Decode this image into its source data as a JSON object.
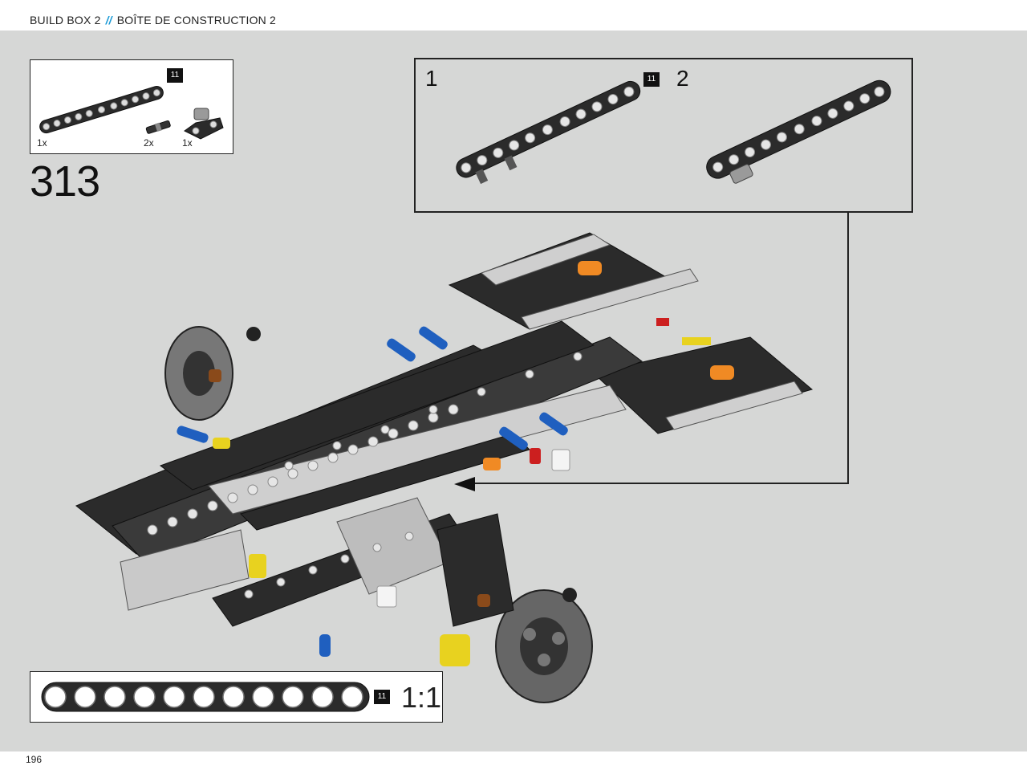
{
  "header": {
    "build_box": "BUILD BOX 2",
    "separator": "//",
    "build_box_fr": "BOÎTE DE CONSTRUCTION 2"
  },
  "parts": [
    {
      "qty": "1x",
      "part": "beam-11",
      "badge": "11"
    },
    {
      "qty": "2x",
      "part": "axle-pin",
      "badge": ""
    },
    {
      "qty": "1x",
      "part": "connector",
      "badge": ""
    }
  ],
  "step": {
    "number": "313"
  },
  "callout": {
    "substeps": [
      {
        "label": "1"
      },
      {
        "label": "2"
      }
    ],
    "badge": "11"
  },
  "ruler": {
    "badge": "11",
    "scale": "1:1",
    "holes": 11
  },
  "footer": {
    "page_number": "196"
  },
  "colors": {
    "accent": "#1a9ad6",
    "background": "#d6d7d6",
    "beam": "#2b2b2b",
    "hole": "#e6e6e6"
  }
}
